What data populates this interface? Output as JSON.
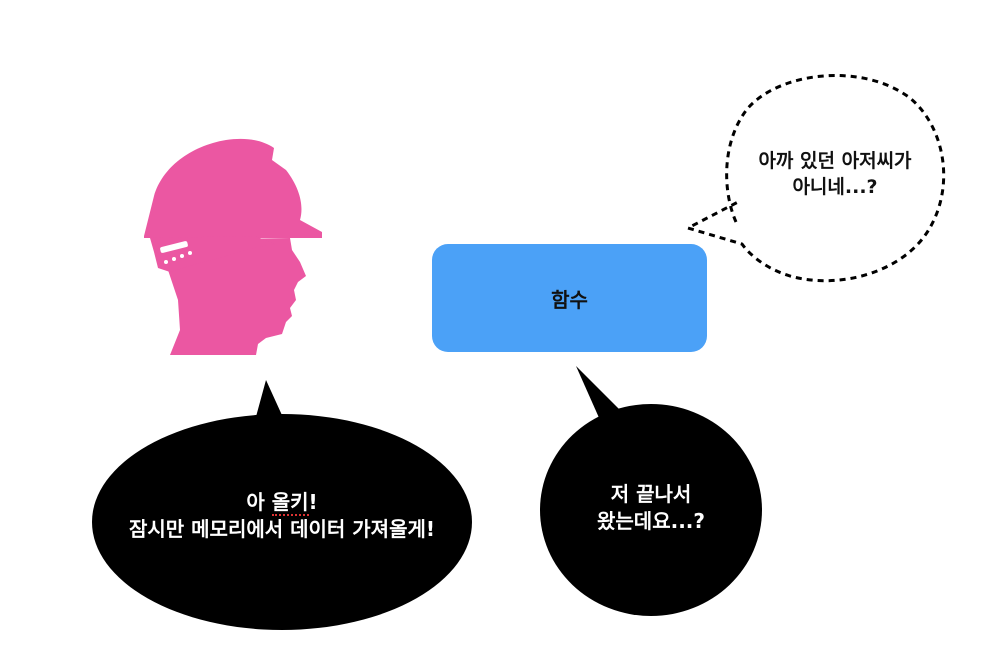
{
  "function_box": {
    "label": "함수"
  },
  "worker_bubble": {
    "line1_part1": "아 ",
    "line1_part2": "올키",
    "line1_part3": "!",
    "line2": "잠시만 메모리에서 데이터 가져올게!"
  },
  "function_bubble": {
    "line1": "저 끝나서",
    "line2": "왔는데요...?"
  },
  "thought_bubble": {
    "line1": "아까 있던 아저씨가",
    "line2": "아니네...?"
  },
  "colors": {
    "worker": "#eb57a2",
    "function_box": "#4ba1f7",
    "speech_bubble": "#000000",
    "thought_outline": "#000000"
  },
  "icons": {
    "worker": "worker-helmet-head-icon"
  }
}
